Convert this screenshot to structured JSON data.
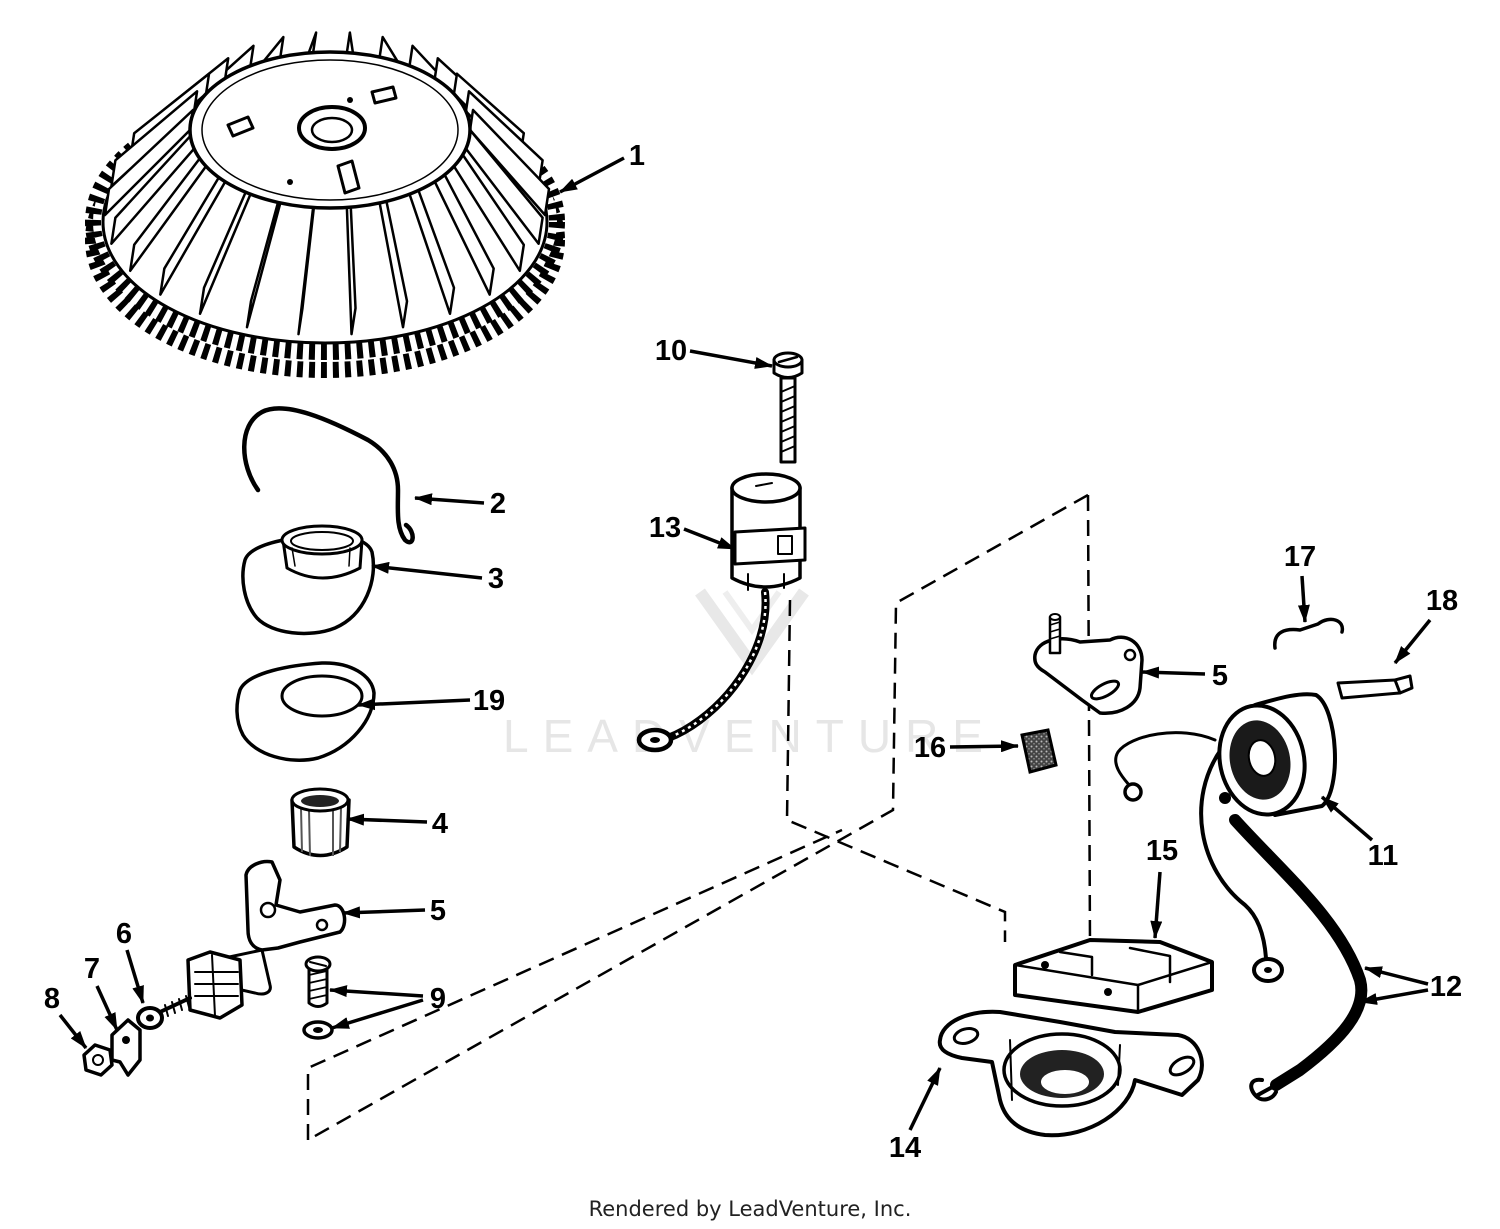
{
  "callouts": [
    {
      "label": "1"
    },
    {
      "label": "2"
    },
    {
      "label": "3"
    },
    {
      "label": "19"
    },
    {
      "label": "4"
    },
    {
      "label": "5"
    },
    {
      "label": "6"
    },
    {
      "label": "7"
    },
    {
      "label": "8"
    },
    {
      "label": "9"
    },
    {
      "label": "10"
    },
    {
      "label": "13"
    },
    {
      "label": "5"
    },
    {
      "label": "16"
    },
    {
      "label": "17"
    },
    {
      "label": "18"
    },
    {
      "label": "11"
    },
    {
      "label": "15"
    },
    {
      "label": "12"
    },
    {
      "label": "14"
    }
  ],
  "watermark": {
    "text": "LEADVENTURE"
  },
  "footer": {
    "text": "Rendered by LeadVenture, Inc."
  }
}
